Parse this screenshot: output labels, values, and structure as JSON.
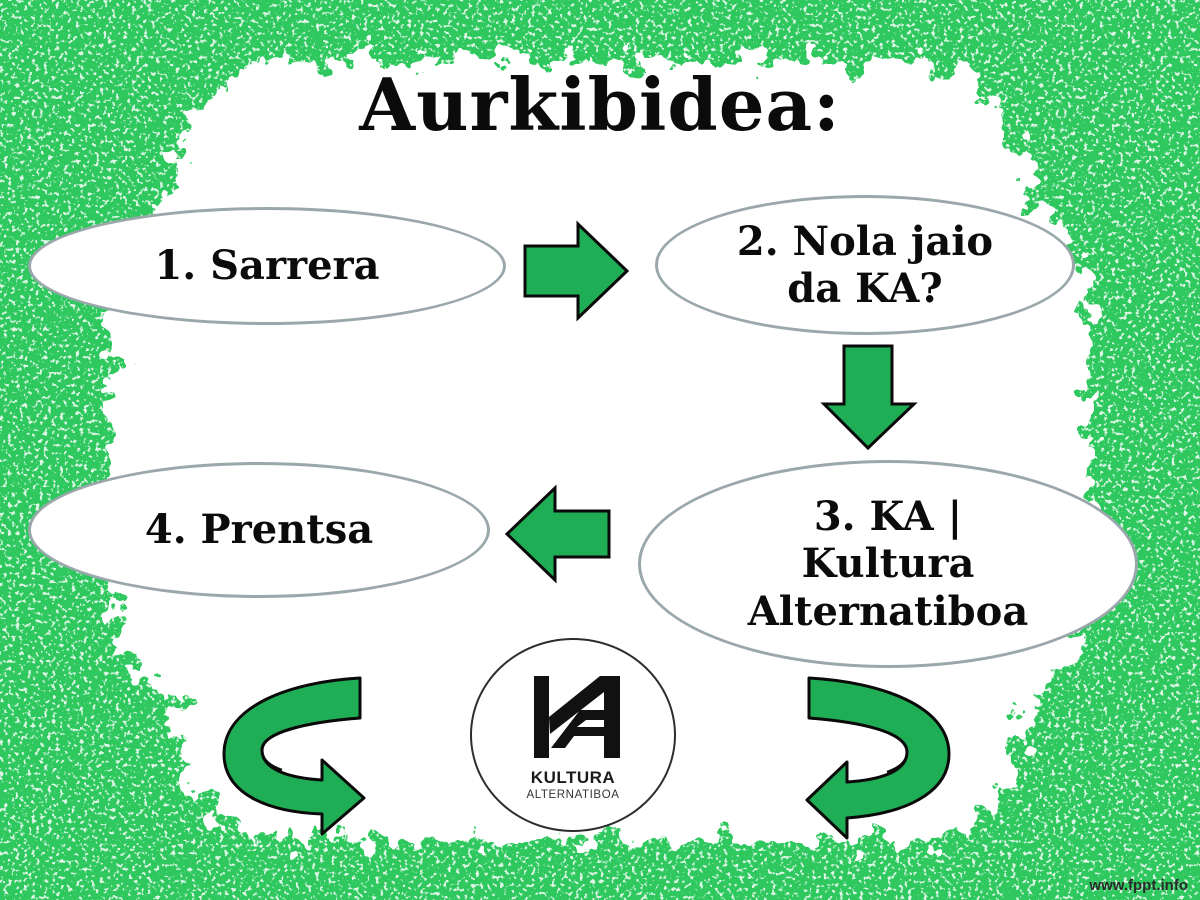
{
  "title": "Aurkibidea:",
  "nodes": [
    {
      "label": "1. Sarrera"
    },
    {
      "label": "2. Nola jaio da KA?"
    },
    {
      "label": "3. KA | Kultura Alternatiboa"
    },
    {
      "label": "4. Prentsa"
    }
  ],
  "logo": {
    "line1": "KULTURA",
    "line2": "ALTERNATIBOA",
    "mark": "KA"
  },
  "watermark": "www.fppt.info",
  "colors": {
    "accent": "#22b65a",
    "arrow_fill": "#1fae55",
    "arrow_stroke": "#0a0a0a",
    "border": "#9aa8ab",
    "frame_green": "#2ec85f"
  },
  "icons": [
    "arrow-right-icon",
    "arrow-down-icon",
    "arrow-left-icon",
    "curved-arrow-left-icon",
    "curved-arrow-right-icon"
  ]
}
